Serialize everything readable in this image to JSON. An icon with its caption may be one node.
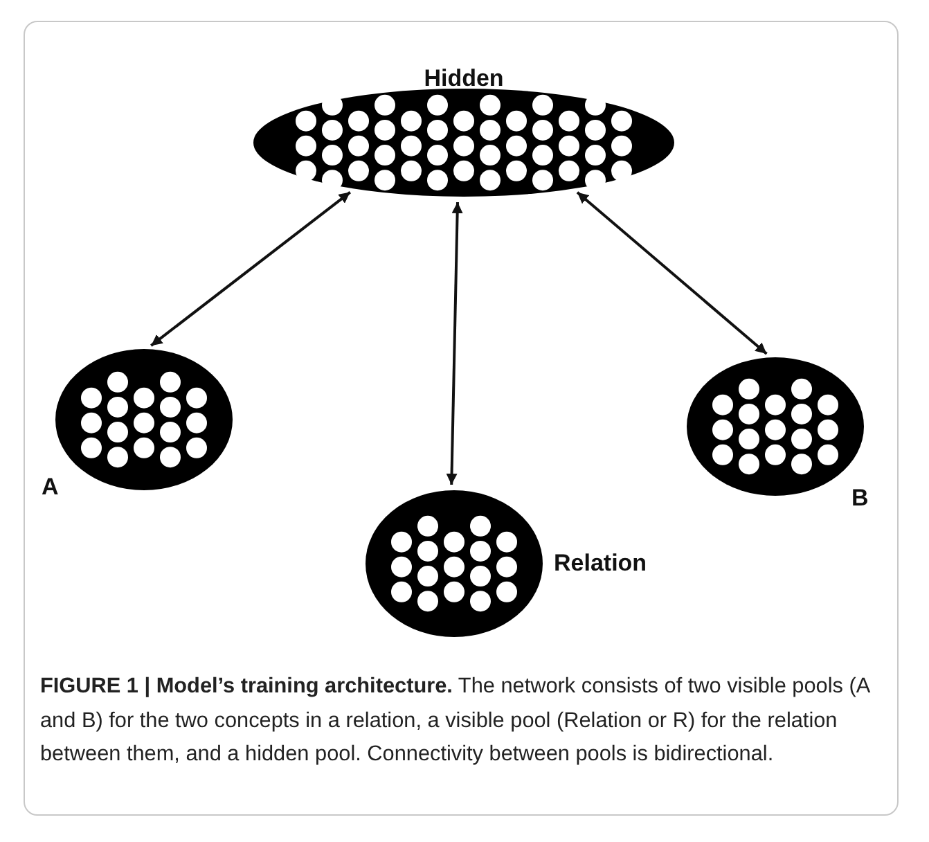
{
  "diagram": {
    "caption": "**FIGURE 1 | Model’s training architecture.** The network consists of two visible pools (A and B) for the two concepts in a relation, a visible pool (Relation or R) for the relation between them, and a hidden pool. Connectivity between pools is bidirectional.",
    "nodes": [
      {
        "text": [
          "Hidden"
        ]
      },
      {
        "text": [
          "A"
        ]
      },
      {
        "text": [
          "Relation"
        ]
      },
      {
        "text": [
          "B"
        ]
      }
    ],
    "edges": [
      {
        "from": 0,
        "to": 1,
        "arrow": "both"
      },
      {
        "from": 0,
        "to": 2,
        "arrow": "both"
      },
      {
        "from": 0,
        "to": 3,
        "arrow": "both"
      }
    ]
  }
}
